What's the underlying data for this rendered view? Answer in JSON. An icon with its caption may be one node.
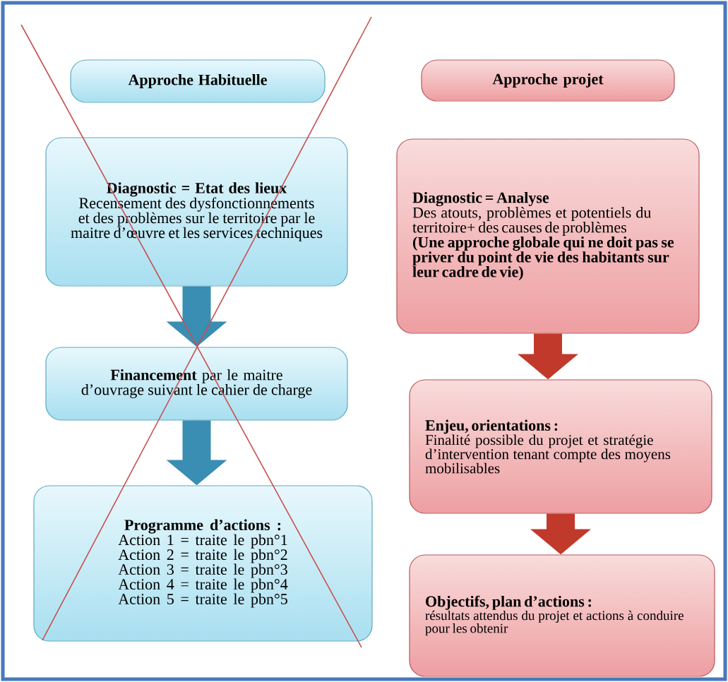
{
  "diagram": {
    "nodes": [
      {
        "text": [
          "Approche Habituelle"
        ]
      },
      {
        "text": [
          "Diagnostic = Etat des lieux",
          "Recensement des dysfonctionnements et des problèmes sur le territoire  par le maitre d’œuvre et les services techniques"
        ]
      },
      {
        "text": [
          "**Financement** par le maitre d’ouvrage suivant le cahier de charge"
        ]
      },
      {
        "text": [
          "Programme d’actions :",
          "Action 1 = traite le pbn°1",
          "Action 2 = traite le pbn°2",
          "Action 3 = traite le pbn°3",
          "Action 4 = traite le pbn°4",
          "Action 5 = traite le pbn°5"
        ]
      },
      {
        "text": [
          "Approche projet"
        ]
      },
      {
        "text": [
          "Diagnostic = Analyse",
          "Des atouts, problèmes et potentiels du territoire+ des causes de problèmes",
          "(Une approche globale qui ne doit pas se priver du point de vie des habitants sur leur cadre de vie)"
        ]
      },
      {
        "text": [
          "Enjeu, orientations :",
          "Finalité possible du projet et stratégie d’intervention tenant compte des moyens mobilisables"
        ]
      },
      {
        "text": [
          "Objectifs, plan d’actions :",
          "résultats attendus du projet et actions à conduire pour les obtenir"
        ]
      }
    ],
    "edges": [
      {
        "from": 1,
        "to": 2,
        "arrow": "to"
      },
      {
        "from": 2,
        "to": 3,
        "arrow": "to"
      },
      {
        "from": 5,
        "to": 6,
        "arrow": "to",
        "color": "#c0392b"
      },
      {
        "from": 6,
        "to": 7,
        "arrow": "to",
        "color": "#c0392b"
      }
    ]
  }
}
